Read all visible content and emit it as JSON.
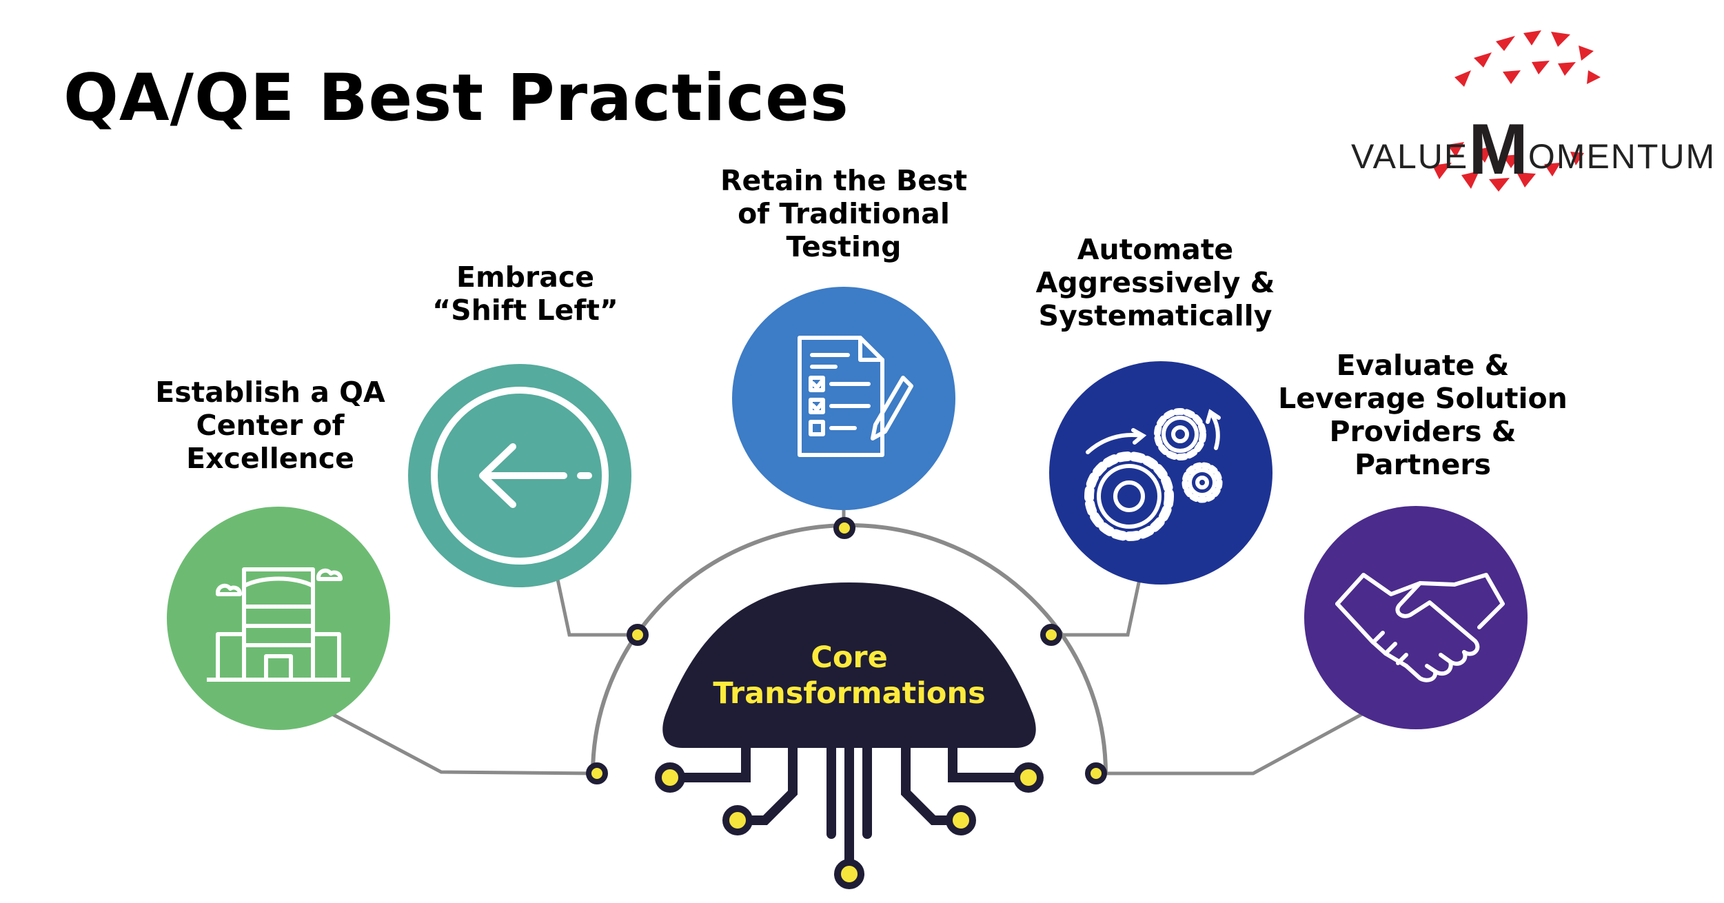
{
  "title": "QA/QE Best Practices",
  "logo": {
    "text_prefix": "VALUE",
    "text_big": "M",
    "text_suffix": "OMENTUM",
    "accent_color": "#e3232c"
  },
  "core": {
    "label_line1": "Core",
    "label_line2": "Transformations",
    "fill": "#1f1d36",
    "text_color": "#ffeb3b"
  },
  "practices": [
    {
      "lines": [
        "Establish a QA",
        "Center of",
        "Excellence"
      ],
      "icon": "building-icon",
      "color": "#6dbb72"
    },
    {
      "lines": [
        "Embrace",
        "“Shift Left”"
      ],
      "icon": "arrow-left-icon",
      "color": "#55ab9d"
    },
    {
      "lines": [
        "Retain the Best",
        "of Traditional",
        "Testing"
      ],
      "icon": "checklist-icon",
      "color": "#3d7cc6"
    },
    {
      "lines": [
        "Automate",
        "Aggressively &",
        "Systematically"
      ],
      "icon": "gears-icon",
      "color": "#1d3394"
    },
    {
      "lines": [
        "Evaluate &",
        "Leverage Solution",
        "Providers &",
        "Partners"
      ],
      "icon": "handshake-icon",
      "color": "#4b2b8c"
    }
  ]
}
